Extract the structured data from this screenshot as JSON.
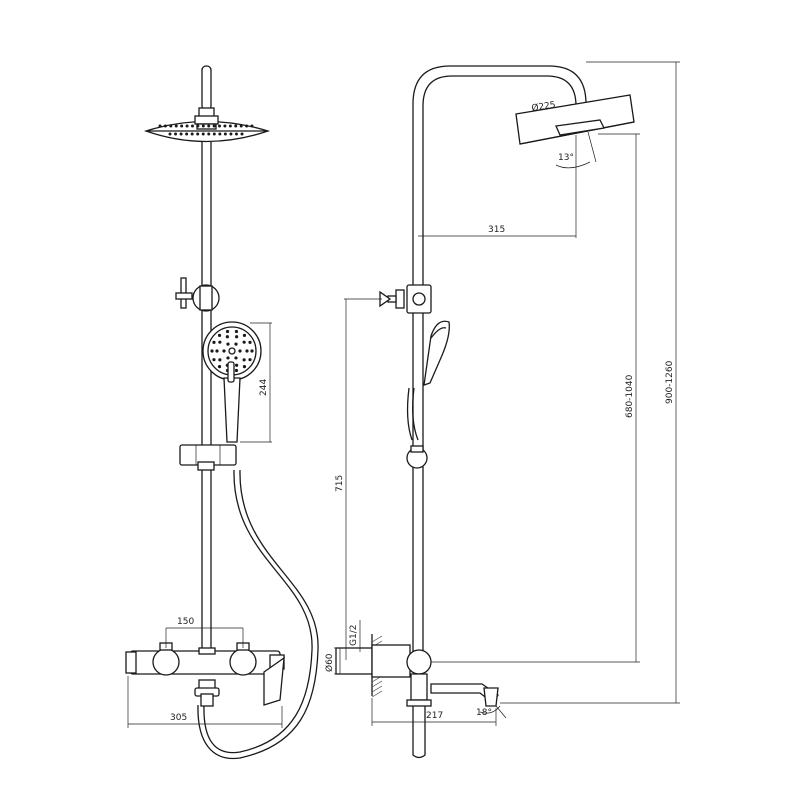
{
  "dimensions": {
    "width_150": "150",
    "width_305": "305",
    "height_244": "244",
    "width_315": "315",
    "height_715": "715",
    "height_680_1040": "680-1040",
    "height_900_1260": "900-1260",
    "dia_225": "Ø225",
    "angle_13": "13°",
    "thread_g12": "G1/2",
    "dia_60": "Ø60",
    "width_217": "217",
    "angle_18": "18°"
  }
}
